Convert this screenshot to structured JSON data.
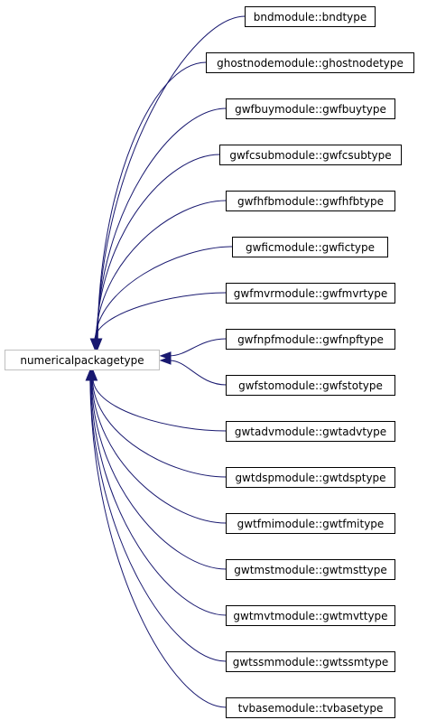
{
  "diagram": {
    "base_class": "numericalpackagetype",
    "derived_classes": [
      "bndmodule::bndtype",
      "ghostnodemodule::ghostnodetype",
      "gwfbuymodule::gwfbuytype",
      "gwfcsubmodule::gwfcsubtype",
      "gwfhfbmodule::gwfhfbtype",
      "gwficmodule::gwfictype",
      "gwfmvrmodule::gwfmvrtype",
      "gwfnpfmodule::gwfnpftype",
      "gwfstomodule::gwfstotype",
      "gwtadvmodule::gwtadvtype",
      "gwtdspmodule::gwtdsptype",
      "gwtfmimodule::gwtfmitype",
      "gwtmstmodule::gwtmsttype",
      "gwtmvtmodule::gwtmvttype",
      "gwtssmmodule::gwtssmtype",
      "tvbasemodule::tvbasetype"
    ],
    "colors": {
      "edge": "#191970",
      "base_border": "#bfbfbf",
      "derived_border": "#000000",
      "background": "#ffffff"
    }
  }
}
